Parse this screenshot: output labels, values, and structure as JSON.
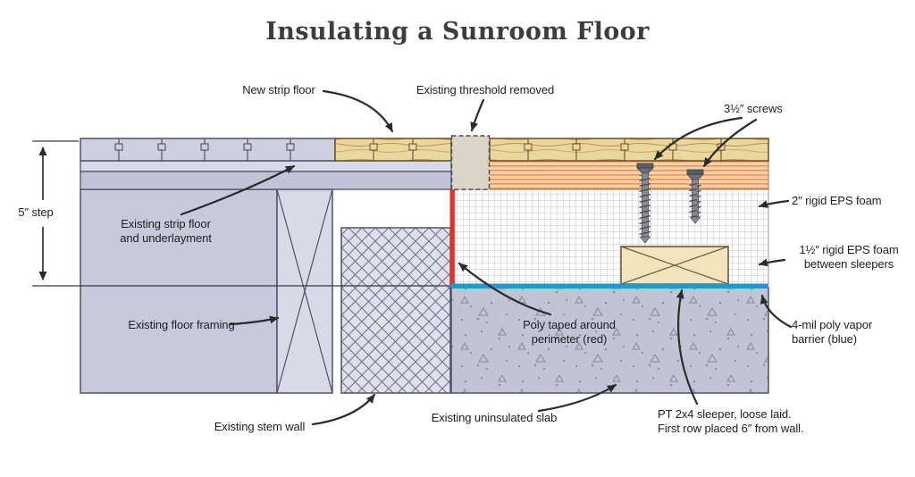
{
  "title": "Insulating a Sunroom Floor",
  "labels": {
    "new_strip_floor": "New strip floor",
    "threshold": "Existing threshold removed",
    "screws": "3½″ screws",
    "eps_2in": "2″ rigid EPS foam",
    "eps_1_5in": "1½″ rigid EPS foam\nbetween sleepers",
    "vapor_barrier": "4-mil poly vapor\nbarrier (blue)",
    "step": "5″ step",
    "existing_strip_floor": "Existing strip floor\nand underlayment",
    "floor_framing": "Existing floor framing",
    "stem_wall": "Existing stem wall",
    "slab": "Existing uninsulated slab",
    "poly_taped": "Poly taped around\nperimeter (red)",
    "sleeper": "PT 2x4 sleeper, loose laid.\nFirst row placed 6″ from wall."
  },
  "colors": {
    "poly_tape_red": "#d8372a",
    "vapor_barrier_blue": "#1e9ad3",
    "new_wood_floor": "#e9d7a0",
    "existing_framing_lavender": "#c9c9dc",
    "eps_foam_grid_line": "#c0c0d0",
    "concrete_slab": "#c3c3d6",
    "sleeper_wood": "#f4e4bd",
    "label_text": "#1e1e1e"
  }
}
